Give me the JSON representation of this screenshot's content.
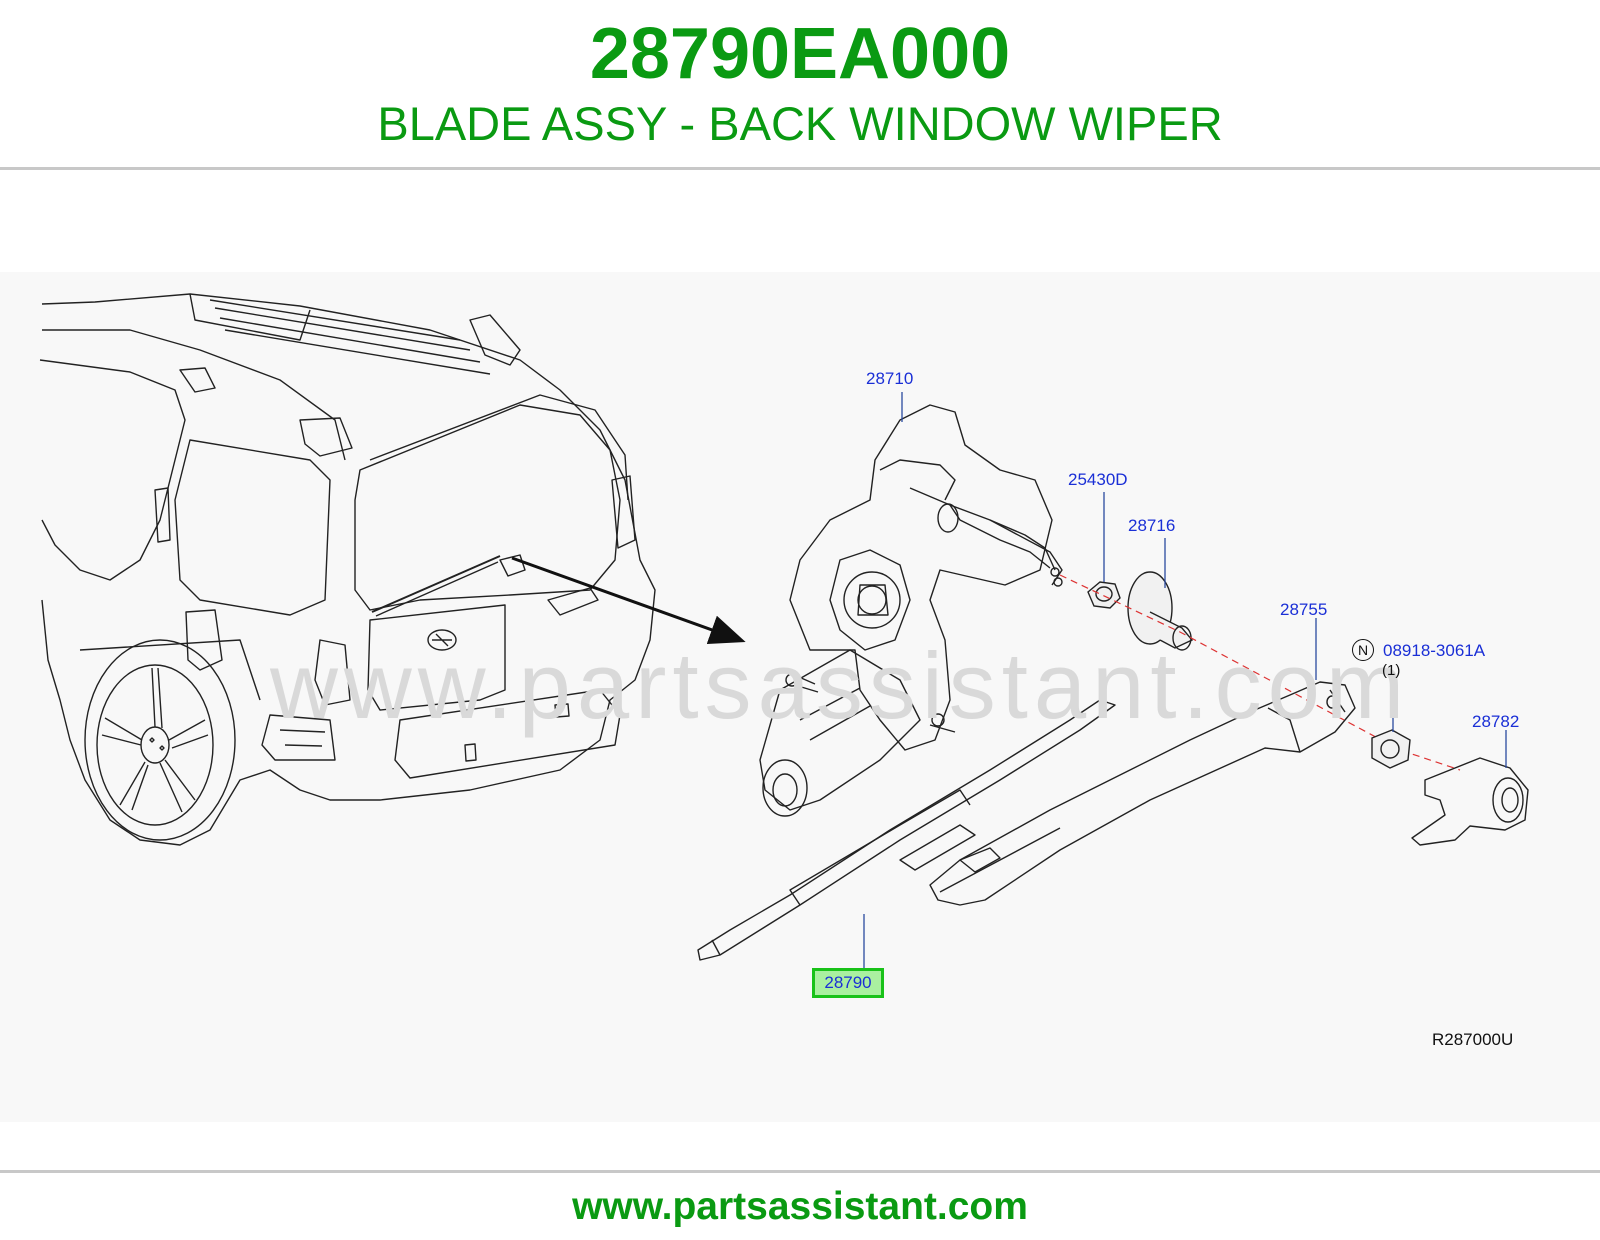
{
  "header": {
    "part_number": "28790EA000",
    "description": "BLADE ASSY - BACK WINDOW WIPER"
  },
  "diagram": {
    "watermark": "www.partsassistant.com",
    "reference_code": "R287000U",
    "callouts": {
      "c28710": "28710",
      "c25430D": "25430D",
      "c28716": "28716",
      "c28755": "28755",
      "c08918": "08918-3061A",
      "c08918_qty": "(1)",
      "c08918_prefix": "N",
      "c28782": "28782",
      "c28790": "28790"
    }
  },
  "footer": {
    "url": "www.partsassistant.com"
  },
  "colors": {
    "brand_green": "#0a9a12",
    "callout_blue": "#1a2fd6",
    "highlight_border": "#19c219",
    "highlight_fill": "#aaf0a0"
  }
}
